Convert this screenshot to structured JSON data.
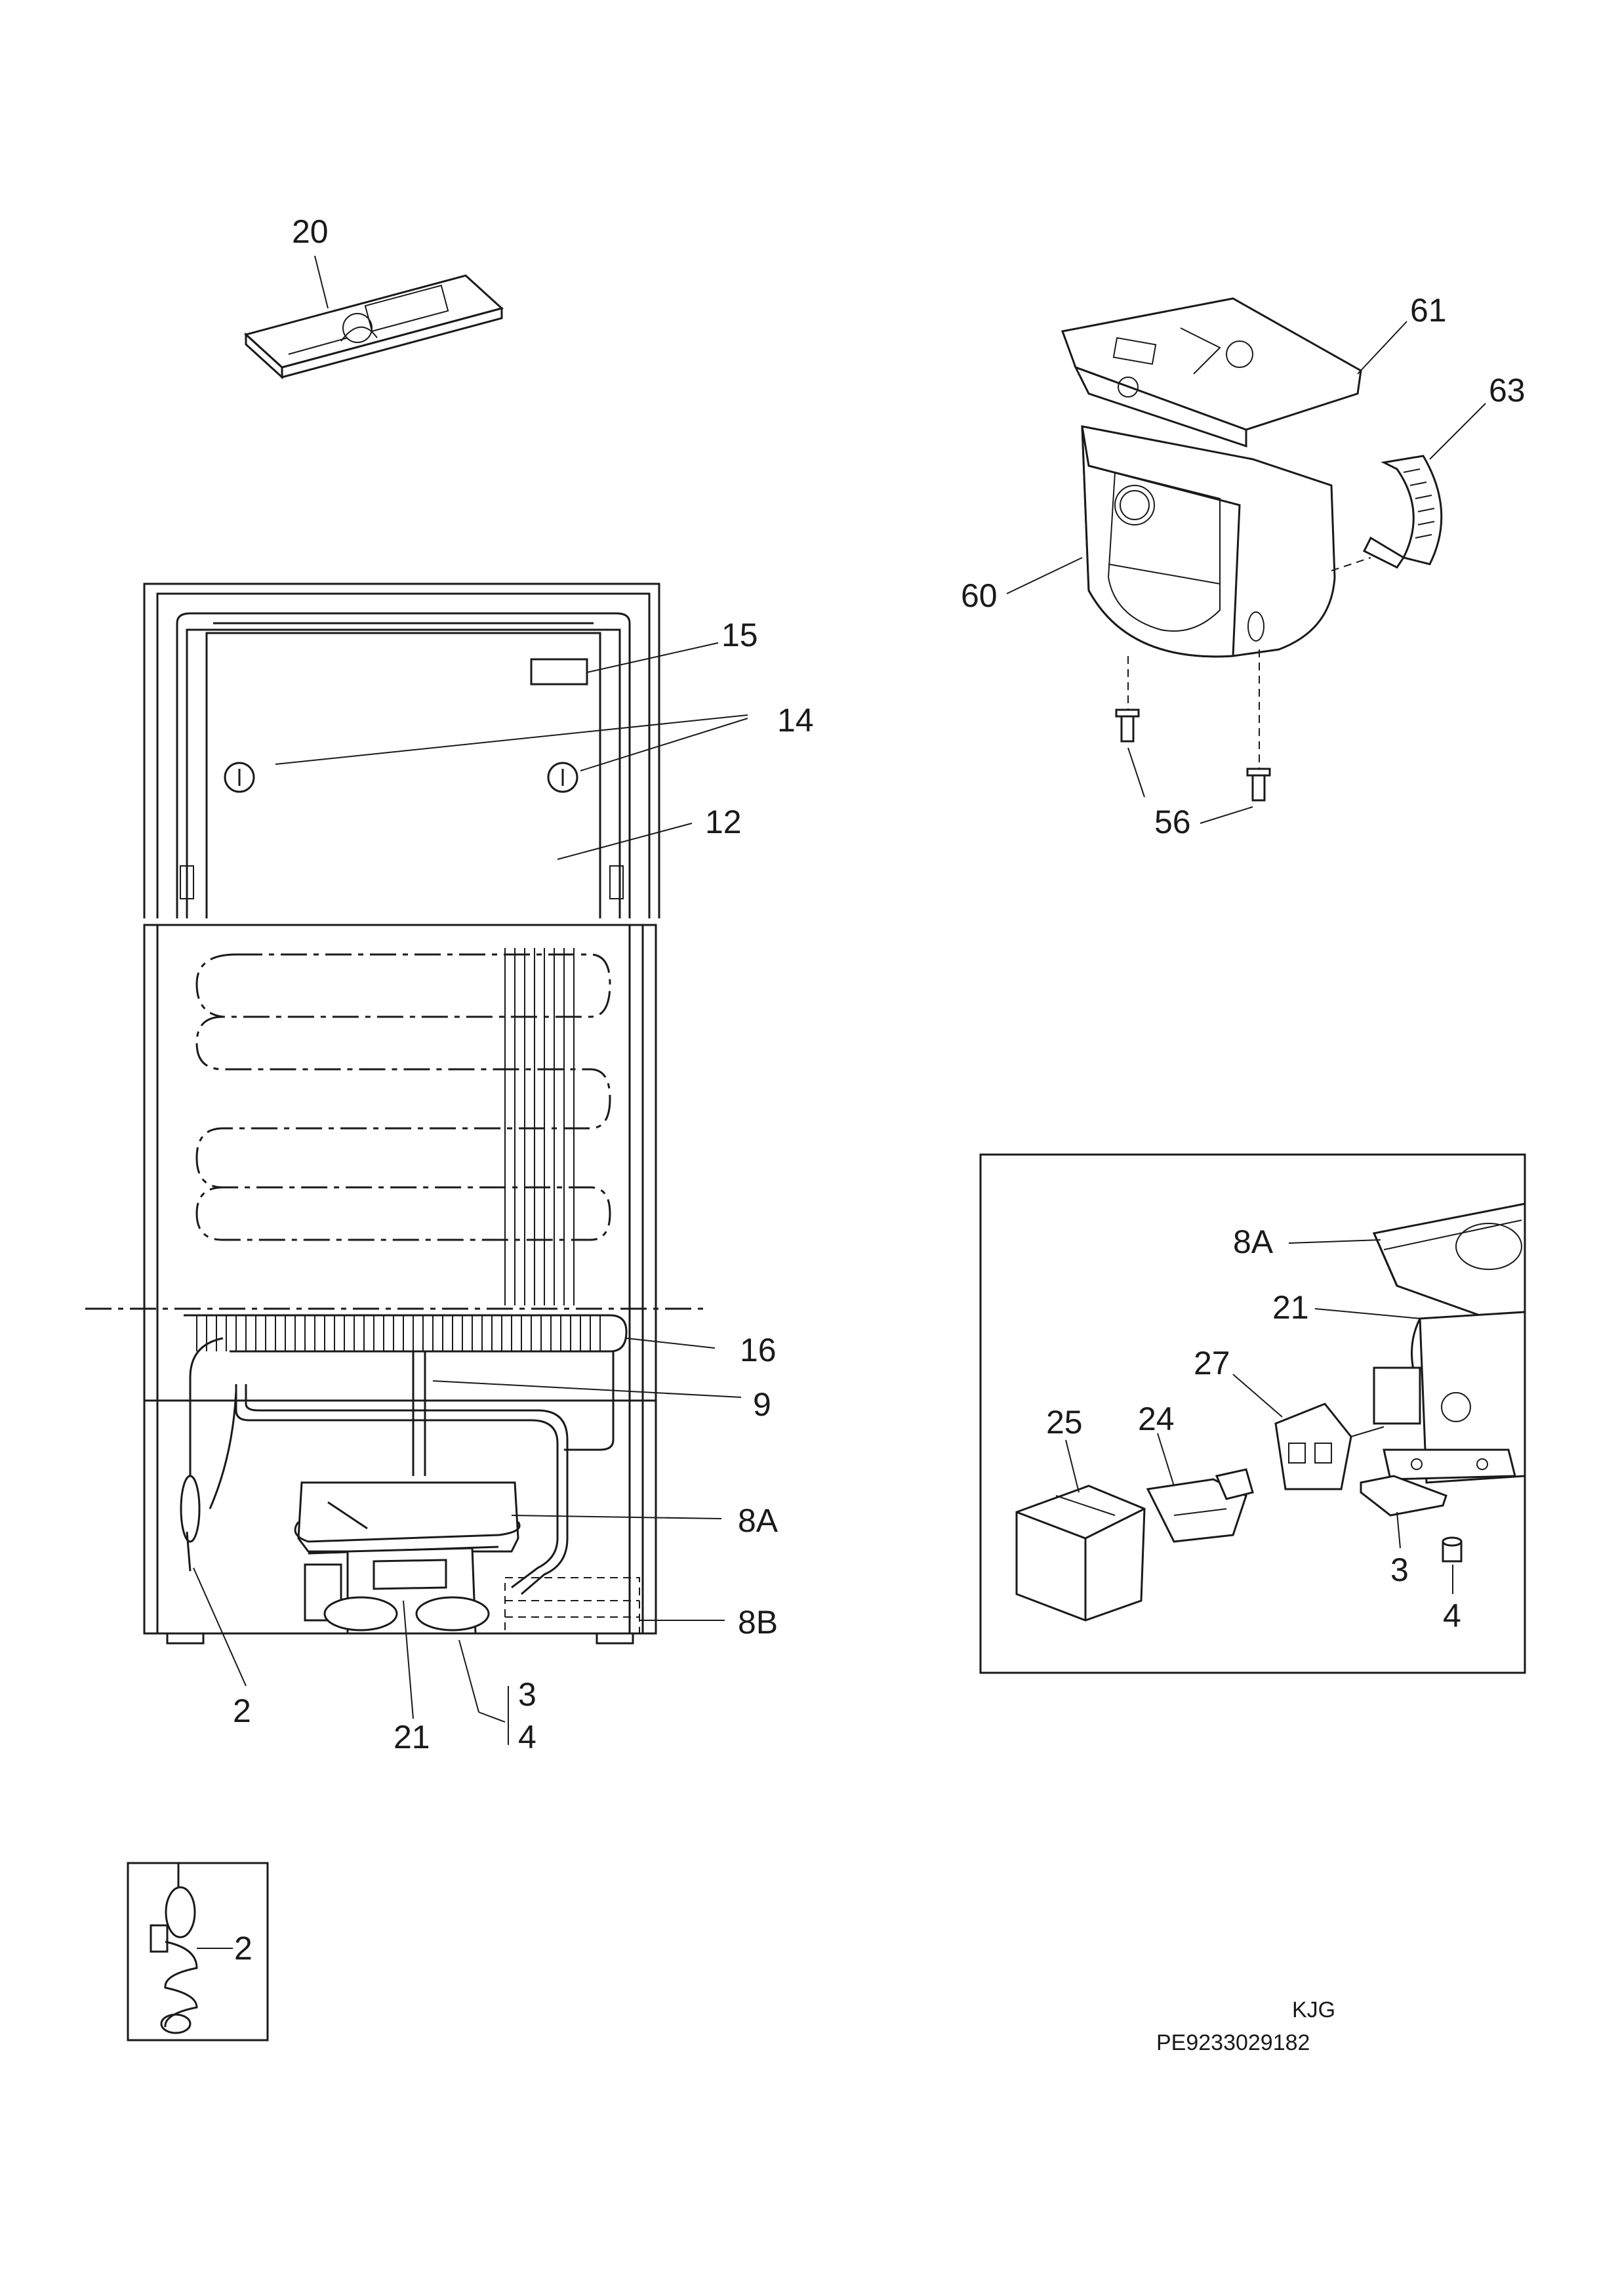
{
  "labels": {
    "manual": "20",
    "control_housing_top": "61",
    "control_knob_strip": "63",
    "control_housing": "60",
    "screws": "56",
    "light_cover": "15",
    "shelf_support": "14",
    "liner": "12",
    "condenser": "16",
    "drier": "9",
    "drip_tray": "8A",
    "drip_tray_support": "8B",
    "capillary": "2",
    "compressor": "21",
    "part_3": "3",
    "part_4": "4",
    "detail_drip_tray": "8A",
    "detail_compressor": "21",
    "detail_relay": "27",
    "detail_cover": "25",
    "detail_overload": "24",
    "detail_part_3": "3",
    "detail_part_4": "4",
    "inset_capillary": "2"
  },
  "footer": {
    "code": "KJG",
    "doc_number": "PE9233029182"
  }
}
